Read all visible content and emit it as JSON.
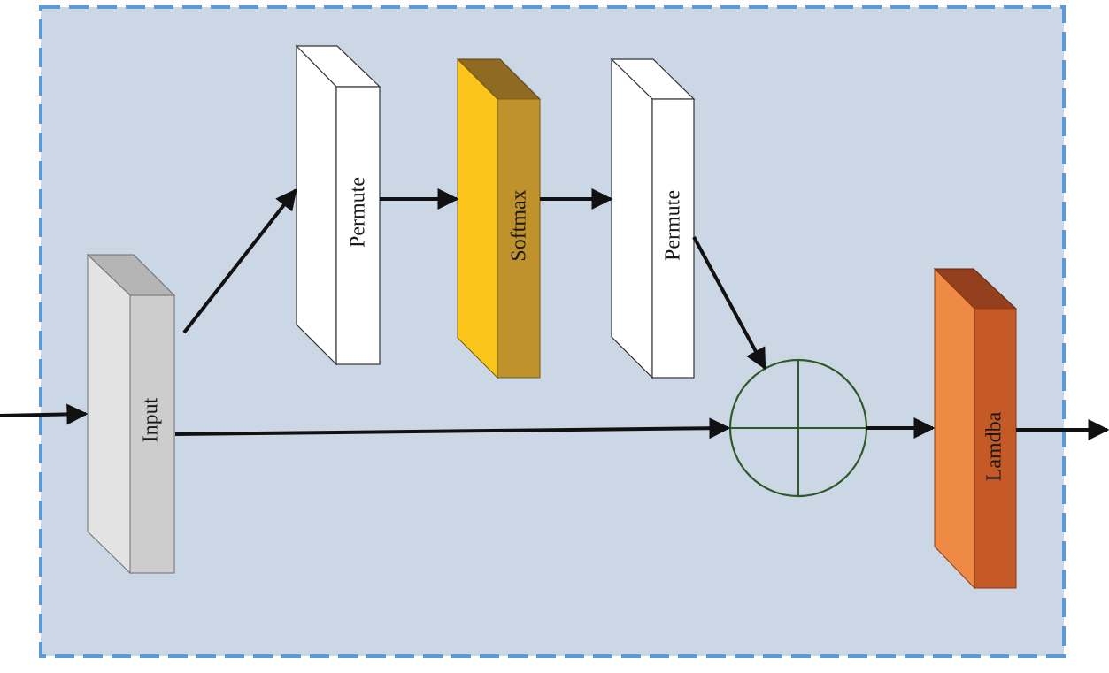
{
  "diagram": {
    "blocks": {
      "input": {
        "label": "Input"
      },
      "permute1": {
        "label": "Permute"
      },
      "softmax": {
        "label": "Softmax"
      },
      "permute2": {
        "label": "Permute"
      },
      "lambda": {
        "label": "Lamdba"
      }
    },
    "operators": {
      "add": {
        "symbol": "plus"
      }
    },
    "colors": {
      "panel_fill": "#ccd7e6",
      "panel_border": "#5b9bd5",
      "input_front": "#e3e3e3",
      "input_side": "#cdcdcd",
      "input_top": "#b5b5b5",
      "softmax_front": "#fbc61b",
      "softmax_side": "#bf922b",
      "softmax_top": "#8f6a22",
      "lambda_front": "#ef8a44",
      "lambda_side": "#c55a27",
      "lambda_top": "#94401f",
      "add_circle": "#2e5a2a",
      "arrows": "#111111"
    }
  }
}
